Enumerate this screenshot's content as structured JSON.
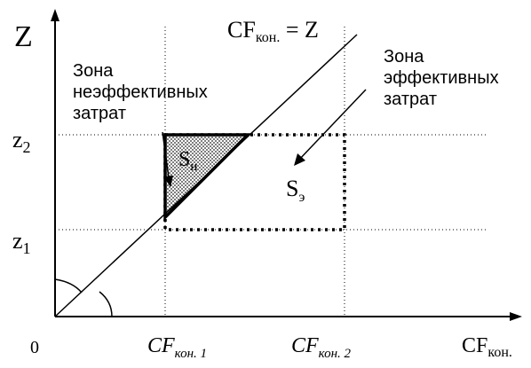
{
  "axes": {
    "y_label": "Z",
    "x_label": {
      "main": "CF",
      "sub": "кон."
    },
    "origin": "0"
  },
  "line_label": {
    "main": "CF",
    "sub": "кон.",
    "rest": " = Z"
  },
  "y_ticks": [
    {
      "main": "z",
      "sub": "2"
    },
    {
      "main": "z",
      "sub": "1"
    }
  ],
  "x_ticks": [
    {
      "main": "CF",
      "sub": "кон. 1"
    },
    {
      "main": "CF",
      "sub": "кон. 2"
    }
  ],
  "zones": {
    "ineffective": {
      "lines": [
        "Зона",
        "неэффективных",
        "затрат"
      ]
    },
    "effective": {
      "lines": [
        "Зона",
        "эффективных",
        "затрат"
      ]
    }
  },
  "areas": {
    "s_n": {
      "main": "S",
      "sub": "н"
    },
    "s_e": {
      "main": "S",
      "sub": "э"
    }
  }
}
